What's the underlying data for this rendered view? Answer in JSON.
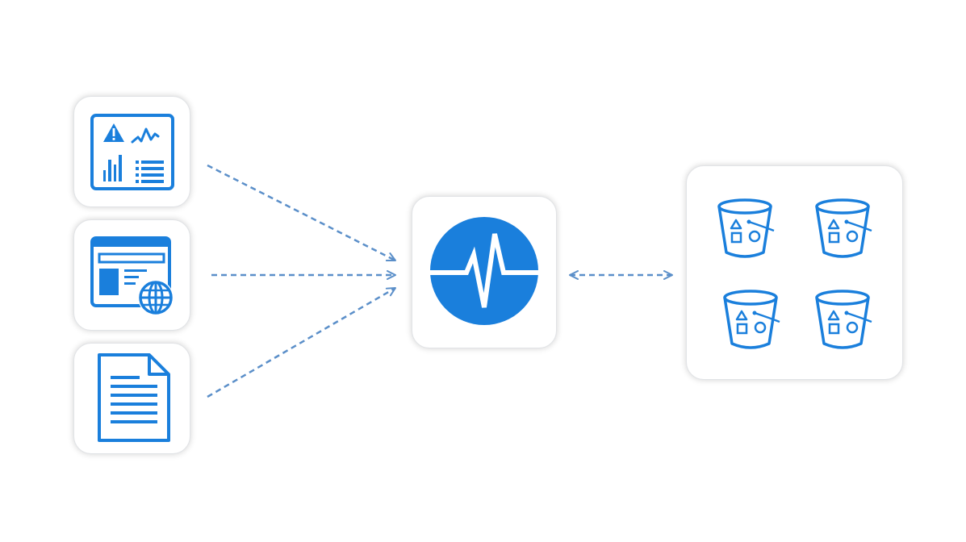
{
  "colors": {
    "icon_blue": "#1a7fdc",
    "connector_blue": "#5b8fc9",
    "card_border": "#e1e3e6",
    "background": "#ffffff"
  },
  "sources": [
    {
      "icon": "dashboard-alert-chart-icon"
    },
    {
      "icon": "web-browser-globe-icon"
    },
    {
      "icon": "text-document-icon"
    }
  ],
  "hub": {
    "icon": "pulse-heartbeat-icon"
  },
  "storage": {
    "icon": "bucket-icon",
    "count": 4
  },
  "connectors": [
    {
      "from": "source-1",
      "to": "hub",
      "style": "dashed",
      "direction": "one-way"
    },
    {
      "from": "source-2",
      "to": "hub",
      "style": "dashed",
      "direction": "one-way"
    },
    {
      "from": "source-3",
      "to": "hub",
      "style": "dashed",
      "direction": "one-way"
    },
    {
      "from": "hub",
      "to": "storage",
      "style": "dashed",
      "direction": "two-way"
    }
  ]
}
